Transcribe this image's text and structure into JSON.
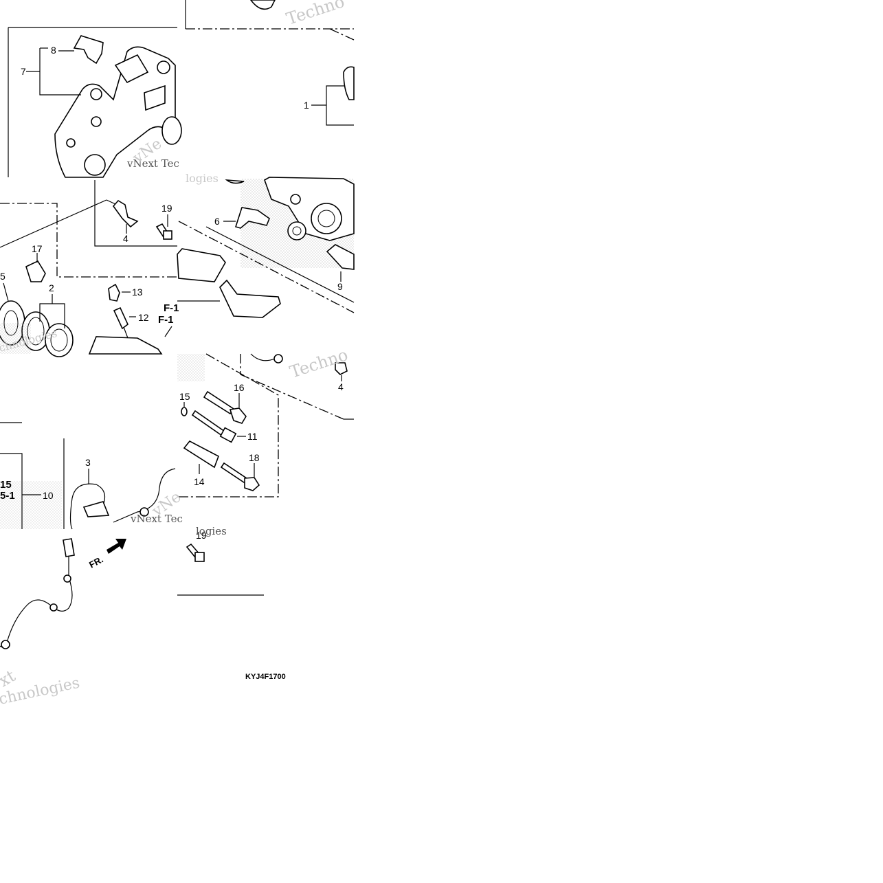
{
  "diagram": {
    "code": "KYJ4F1700",
    "direction_label": "FR.",
    "ref_labels": [
      "F-1",
      "F-1",
      "15",
      "5-1"
    ],
    "callouts": {
      "c1": "1",
      "c2": "2",
      "c3": "3",
      "c4a": "4",
      "c4b": "4",
      "c5": "5",
      "c6": "6",
      "c7": "7",
      "c8": "8",
      "c9": "9",
      "c10": "10",
      "c11": "11",
      "c12": "12",
      "c13": "13",
      "c14": "14",
      "c15": "15",
      "c16": "16",
      "c17": "17",
      "c18": "18",
      "c19a": "19",
      "c19b": "19"
    },
    "watermarks": {
      "w1": "Techno",
      "w2": "vNext Tec",
      "w3": "vNe",
      "w4": "logies",
      "w5": "chnologies",
      "w6": "Techno",
      "w7": "vNe",
      "w8": "vNext Tec",
      "w9": "logies",
      "w10": "xt",
      "w11": "chnologies"
    },
    "colors": {
      "line": "#000000",
      "watermark": "#c8c8c8",
      "stipple": "#9a9a9a"
    }
  }
}
